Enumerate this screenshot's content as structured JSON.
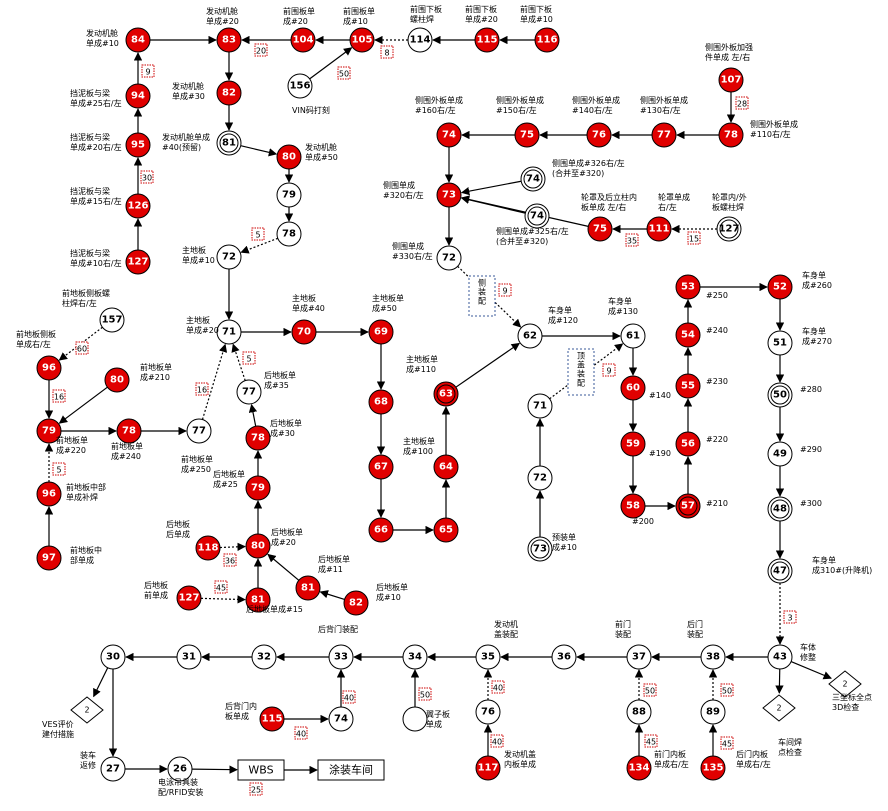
{
  "colors": {
    "red_fill": "#e00000",
    "white_fill": "#ffffff",
    "stroke": "#000000",
    "badge_red": "#cc0000",
    "box_blue": "#3a5a9a"
  },
  "nodes": [
    {
      "id": "n116",
      "label": "116",
      "red": true
    },
    {
      "id": "n115a",
      "label": "115",
      "red": true
    },
    {
      "id": "n114",
      "label": "114",
      "red": false
    },
    {
      "id": "n105",
      "label": "105",
      "red": true
    },
    {
      "id": "n104",
      "label": "104",
      "red": true
    },
    {
      "id": "n83",
      "label": "83",
      "red": true
    },
    {
      "id": "n84",
      "label": "84",
      "red": true
    },
    {
      "id": "n94",
      "label": "94",
      "red": true
    },
    {
      "id": "n95",
      "label": "95",
      "red": true
    },
    {
      "id": "n126",
      "label": "126",
      "red": true
    },
    {
      "id": "n127a",
      "label": "127",
      "red": true
    },
    {
      "id": "n156",
      "label": "156",
      "red": false
    },
    {
      "id": "n82a",
      "label": "82",
      "red": true
    },
    {
      "id": "n81a",
      "label": "81",
      "red": false,
      "double": true
    },
    {
      "id": "n80a",
      "label": "80",
      "red": true
    },
    {
      "id": "n79a",
      "label": "79",
      "red": false
    },
    {
      "id": "n78a",
      "label": "78",
      "red": false
    },
    {
      "id": "n72a",
      "label": "72",
      "red": false
    },
    {
      "id": "n107",
      "label": "107",
      "red": true
    },
    {
      "id": "n78b",
      "label": "78",
      "red": true
    },
    {
      "id": "n77a",
      "label": "77",
      "red": true
    },
    {
      "id": "n76a",
      "label": "76",
      "red": true
    },
    {
      "id": "n75a",
      "label": "75",
      "red": true
    },
    {
      "id": "n74a",
      "label": "74",
      "red": true
    },
    {
      "id": "n73a",
      "label": "73",
      "red": true
    },
    {
      "id": "n74b",
      "label": "74",
      "red": false,
      "double": true
    },
    {
      "id": "n74c",
      "label": "74",
      "red": false,
      "double": true
    },
    {
      "id": "n75b",
      "label": "75",
      "red": true
    },
    {
      "id": "n111",
      "label": "111",
      "red": true
    },
    {
      "id": "n127b",
      "label": "127",
      "red": false,
      "double": true
    },
    {
      "id": "n72b",
      "label": "72",
      "red": false
    },
    {
      "id": "n157",
      "label": "157",
      "red": false
    },
    {
      "id": "n96a",
      "label": "96",
      "red": true
    },
    {
      "id": "n80b",
      "label": "80",
      "red": true
    },
    {
      "id": "n79b",
      "label": "79",
      "red": true
    },
    {
      "id": "n78c",
      "label": "78",
      "red": true
    },
    {
      "id": "n77b",
      "label": "77",
      "red": false
    },
    {
      "id": "n96b",
      "label": "96",
      "red": true
    },
    {
      "id": "n97",
      "label": "97",
      "red": true
    },
    {
      "id": "n71a",
      "label": "71",
      "red": false
    },
    {
      "id": "n70",
      "label": "70",
      "red": true
    },
    {
      "id": "n69",
      "label": "69",
      "red": true
    },
    {
      "id": "n68",
      "label": "68",
      "red": true
    },
    {
      "id": "n67",
      "label": "67",
      "red": true
    },
    {
      "id": "n66",
      "label": "66",
      "red": true
    },
    {
      "id": "n65",
      "label": "65",
      "red": true
    },
    {
      "id": "n64",
      "label": "64",
      "red": true
    },
    {
      "id": "n63",
      "label": "63",
      "red": true,
      "double": true
    },
    {
      "id": "n62",
      "label": "62",
      "red": false
    },
    {
      "id": "n77c",
      "label": "77",
      "red": false
    },
    {
      "id": "n78d",
      "label": "78",
      "red": true
    },
    {
      "id": "n79c",
      "label": "79",
      "red": true
    },
    {
      "id": "n80c",
      "label": "80",
      "red": true
    },
    {
      "id": "n118",
      "label": "118",
      "red": true
    },
    {
      "id": "n127c",
      "label": "127",
      "red": true
    },
    {
      "id": "n81b",
      "label": "81",
      "red": true
    },
    {
      "id": "n81c",
      "label": "81",
      "red": true
    },
    {
      "id": "n82b",
      "label": "82",
      "red": true
    },
    {
      "id": "n71b",
      "label": "71",
      "red": false
    },
    {
      "id": "n72c",
      "label": "72",
      "red": false
    },
    {
      "id": "n73b",
      "label": "73",
      "red": false,
      "double": true
    },
    {
      "id": "n61",
      "label": "61",
      "red": false
    },
    {
      "id": "n60",
      "label": "60",
      "red": true
    },
    {
      "id": "n59",
      "label": "59",
      "red": true
    },
    {
      "id": "n58",
      "label": "58",
      "red": true
    },
    {
      "id": "n57",
      "label": "57",
      "red": true,
      "double": true
    },
    {
      "id": "n56",
      "label": "56",
      "red": true
    },
    {
      "id": "n55",
      "label": "55",
      "red": true
    },
    {
      "id": "n54",
      "label": "54",
      "red": true
    },
    {
      "id": "n53",
      "label": "53",
      "red": true
    },
    {
      "id": "n52",
      "label": "52",
      "red": true
    },
    {
      "id": "n51",
      "label": "51",
      "red": false
    },
    {
      "id": "n50",
      "label": "50",
      "red": false,
      "double": true
    },
    {
      "id": "n49",
      "label": "49",
      "red": false
    },
    {
      "id": "n48",
      "label": "48",
      "red": false,
      "double": true
    },
    {
      "id": "n47",
      "label": "47",
      "red": false,
      "double": true
    },
    {
      "id": "n43",
      "label": "43",
      "red": false
    },
    {
      "id": "n38",
      "label": "38",
      "red": false
    },
    {
      "id": "n37",
      "label": "37",
      "red": false
    },
    {
      "id": "n36",
      "label": "36",
      "red": false
    },
    {
      "id": "n35",
      "label": "35",
      "red": false
    },
    {
      "id": "n34",
      "label": "34",
      "red": false
    },
    {
      "id": "n33",
      "label": "33",
      "red": false
    },
    {
      "id": "n32",
      "label": "32",
      "red": false
    },
    {
      "id": "n31",
      "label": "31",
      "red": false
    },
    {
      "id": "n30",
      "label": "30",
      "red": false
    },
    {
      "id": "n27",
      "label": "27",
      "red": false
    },
    {
      "id": "n26",
      "label": "26",
      "red": false
    },
    {
      "id": "n89",
      "label": "89",
      "red": false
    },
    {
      "id": "n88",
      "label": "88",
      "red": false
    },
    {
      "id": "n135",
      "label": "135",
      "red": true
    },
    {
      "id": "n134",
      "label": "134",
      "red": true
    },
    {
      "id": "n76b",
      "label": "76",
      "red": false
    },
    {
      "id": "n117",
      "label": "117",
      "red": true
    },
    {
      "id": "nblank",
      "label": "",
      "red": false
    },
    {
      "id": "n74d",
      "label": "74",
      "red": false
    },
    {
      "id": "n115b",
      "label": "115",
      "red": true
    }
  ],
  "diamonds": [
    {
      "id": "d1",
      "label": "2"
    },
    {
      "id": "d2",
      "label": "2"
    },
    {
      "id": "d3",
      "label": "2"
    }
  ],
  "boxes": [
    {
      "id": "wbs",
      "label": "WBS"
    },
    {
      "id": "paint",
      "label": "涂装车间"
    }
  ],
  "vboxes": [
    {
      "id": "vb1",
      "label": "侧\n装\n配"
    },
    {
      "id": "vb2",
      "label": "顶\n盖\n装\n配"
    }
  ],
  "badges": [
    "20",
    "8",
    "50",
    "9",
    "30",
    "28",
    "5",
    "35",
    "15",
    "9",
    "60",
    "16",
    "5",
    "16",
    "5",
    "36",
    "45",
    "9",
    "3",
    "40",
    "40",
    "50",
    "50",
    "50",
    "40",
    "40",
    "45",
    "45",
    "25"
  ],
  "labels": [
    "发动机舱\n单成#20",
    "前围板单\n成#20",
    "前围板单\n成#10",
    "前围下板\n螺柱焊",
    "前围下板\n单成#20",
    "前围下板\n单成#10",
    "发动机舱\n单成#10",
    "发动机舱\n单成#30",
    "VIN码打刻",
    "挡泥板与梁\n单成#25右/左",
    "挡泥板与梁\n单成#20右/左",
    "发动机舱单成\n#40(预留)",
    "发动机舱\n单成#50",
    "挡泥板与梁\n单成#15右/左",
    "挡泥板与梁\n单成#10右/左",
    "侧围外板加强\n件单成  左/右",
    "侧围外板单成\n#160右/左",
    "侧围外板单成\n#150右/左",
    "侧围外板单成\n#140右/左",
    "侧围外板单成\n#130右/左",
    "侧围外板单成\n#110右/左",
    "侧围单成#326右/左\n(合并至#320)",
    "侧围单成\n#320右/左",
    "轮罩及后立柱内\n板单成  左/右",
    "轮罩单成\n右/左",
    "轮罩内/外\n板螺柱焊",
    "侧围单成#325右/左\n(合并至#320)",
    "侧围单成\n#330右/左",
    "主地板\n单成#10",
    "前地板侧板螺\n柱焊右/左",
    "前地板侧板\n单成右/左",
    "主地板\n单成#20",
    "主地板\n单成#40",
    "主地板单\n成#50",
    "前地板单\n成#210",
    "前地板单\n成#240",
    "前地板单\n成#220",
    "前地板单\n成#250",
    "前地板中部\n单成补焊",
    "前地板中\n部单成",
    "后地板单\n成#35",
    "主地板单\n成#110",
    "车身单\n成#120",
    "主地板单\n成#100",
    "后地板单\n成#30",
    "后地板单\n成#25",
    "后地板\n后单成",
    "后地板单\n成#20",
    "后地板单\n成#11",
    "后地板\n前单成",
    "后地板单成#15",
    "后地板单\n成#10",
    "预装单\n成#10",
    "车身单\n成#130",
    "#140",
    "#190",
    "#200",
    "#210",
    "#220",
    "#230",
    "#240",
    "#250",
    "车身单\n成#260",
    "车身单\n成#270",
    "#280",
    "#290",
    "#300",
    "车身单\n成310#(升降机)",
    "车体\n修整",
    "前门\n装配",
    "后门\n装配",
    "发动机\n盖装配",
    "后背门装配",
    "VES评价\n建付措施",
    "三坐标全点\n3D检查",
    "车间焊\n点检查",
    "前门内板\n单成右/左",
    "后门内板\n单成右/左",
    "发动机盖\n内板单成",
    "翼子板\n单成",
    "后背门内\n板单成",
    "装车\n返修",
    "电泳吊具装\n配/RFID安装"
  ]
}
